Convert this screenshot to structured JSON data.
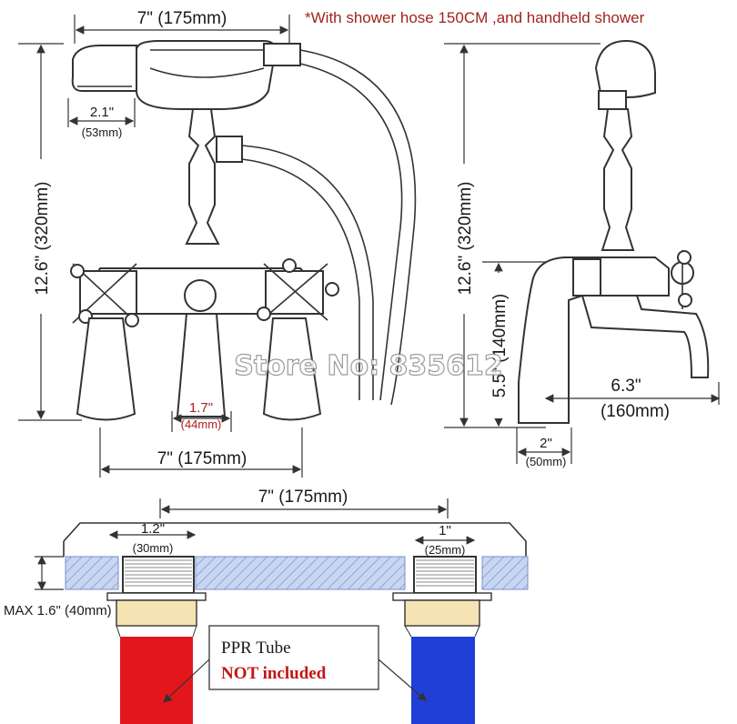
{
  "header_note": "*With shower hose 150CM ,and handheld shower",
  "watermark": "Store No: 835612",
  "front_view": {
    "width_top": "7\" (175mm)",
    "height": "12.6\" (320mm)",
    "handshower_width_in": "2.1\"",
    "handshower_width_mm": "(53mm)",
    "spout_width_in": "1.7\"",
    "spout_width_mm": "(44mm)",
    "width_bottom": "7\" (175mm)"
  },
  "side_view": {
    "height": "12.6\" (320mm)",
    "base_height": "5.5\" (140mm)",
    "reach_in": "6.3\"",
    "reach_mm": "(160mm)",
    "base_width_in": "2\"",
    "base_width_mm": "(50mm)"
  },
  "installation": {
    "center_distance": "7\" (175mm)",
    "left_hole_in": "1.2\"",
    "left_hole_mm": "(30mm)",
    "right_hole_in": "1\"",
    "right_hole_mm": "(25mm)",
    "max_thickness": "MAX 1.6\" (40mm)",
    "ppr_label": "PPR Tube",
    "not_included": "NOT included",
    "hot_color": "#e3161c",
    "cold_color": "#1f3fd6"
  }
}
